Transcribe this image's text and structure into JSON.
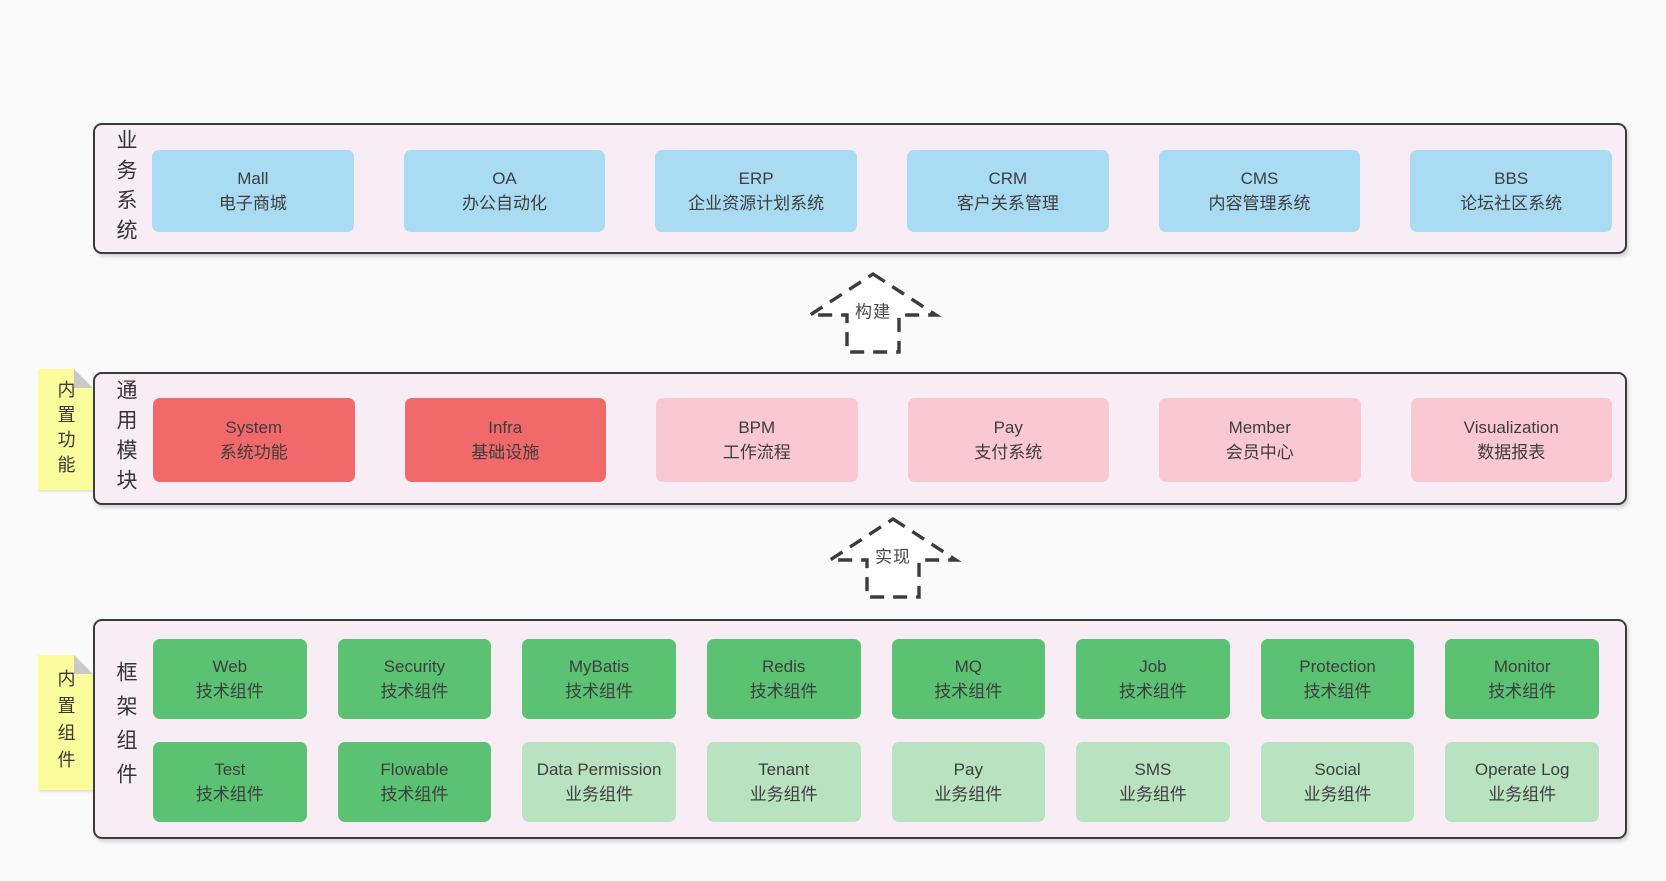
{
  "colors": {
    "page_bg": "#fafafa",
    "panel_bg": "#f8edf5",
    "border": "#3c3c3c",
    "text": "#3d3d3d",
    "blue": "#a9dbf3",
    "red": "#f2696b",
    "pink": "#f9c8d2",
    "green": "#5bc273",
    "lightgreen": "#b9e2c0",
    "sticky": "#fbfc9c",
    "fold": "#c9c9c9"
  },
  "arrows": [
    {
      "label": "构建",
      "direction": "up"
    },
    {
      "label": "实现",
      "direction": "up"
    }
  ],
  "stickies": [
    {
      "label": "内置功能"
    },
    {
      "label": "内置组件"
    }
  ],
  "rows": [
    {
      "label": "业务系统",
      "boxes": [
        {
          "name": "Mall",
          "desc": "电子商城",
          "variant": "blue"
        },
        {
          "name": "OA",
          "desc": "办公自动化",
          "variant": "blue"
        },
        {
          "name": "ERP",
          "desc": "企业资源计划系统",
          "variant": "blue"
        },
        {
          "name": "CRM",
          "desc": "客户关系管理",
          "variant": "blue"
        },
        {
          "name": "CMS",
          "desc": "内容管理系统",
          "variant": "blue"
        },
        {
          "name": "BBS",
          "desc": "论坛社区系统",
          "variant": "blue"
        }
      ]
    },
    {
      "label": "通用模块",
      "boxes": [
        {
          "name": "System",
          "desc": "系统功能",
          "variant": "red"
        },
        {
          "name": "Infra",
          "desc": "基础设施",
          "variant": "red"
        },
        {
          "name": "BPM",
          "desc": "工作流程",
          "variant": "pink"
        },
        {
          "name": "Pay",
          "desc": "支付系统",
          "variant": "pink"
        },
        {
          "name": "Member",
          "desc": "会员中心",
          "variant": "pink"
        },
        {
          "name": "Visualization",
          "desc": "数据报表",
          "variant": "pink"
        }
      ]
    },
    {
      "label": "框架组件",
      "boxes": [
        {
          "name": "Web",
          "desc": "技术组件",
          "variant": "green"
        },
        {
          "name": "Security",
          "desc": "技术组件",
          "variant": "green"
        },
        {
          "name": "MyBatis",
          "desc": "技术组件",
          "variant": "green"
        },
        {
          "name": "Redis",
          "desc": "技术组件",
          "variant": "green"
        },
        {
          "name": "MQ",
          "desc": "技术组件",
          "variant": "green"
        },
        {
          "name": "Job",
          "desc": "技术组件",
          "variant": "green"
        },
        {
          "name": "Protection",
          "desc": "技术组件",
          "variant": "green"
        },
        {
          "name": "Monitor",
          "desc": "技术组件",
          "variant": "green"
        },
        {
          "name": "Test",
          "desc": "技术组件",
          "variant": "green"
        },
        {
          "name": "Flowable",
          "desc": "技术组件",
          "variant": "green"
        },
        {
          "name": "Data Permission",
          "desc": "业务组件",
          "variant": "green-light"
        },
        {
          "name": "Tenant",
          "desc": "业务组件",
          "variant": "green-light"
        },
        {
          "name": "Pay",
          "desc": "业务组件",
          "variant": "green-light"
        },
        {
          "name": "SMS",
          "desc": "业务组件",
          "variant": "green-light"
        },
        {
          "name": "Social",
          "desc": "业务组件",
          "variant": "green-light"
        },
        {
          "name": "Operate Log",
          "desc": "业务组件",
          "variant": "green-light"
        }
      ]
    }
  ]
}
